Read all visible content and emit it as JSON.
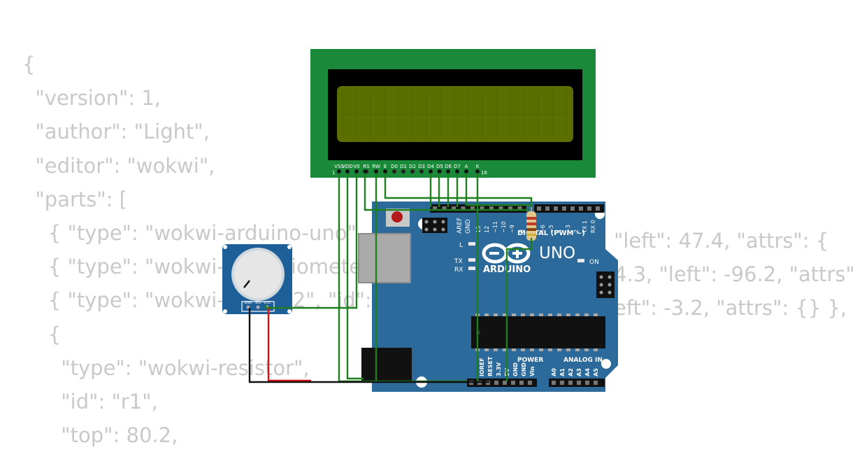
{
  "code_lines": [
    "{",
    "  \"version\": 1,",
    "  \"author\": \"Light\",",
    "  \"editor\": \"wokwi\",",
    "  \"parts\": [",
    "    { \"type\": \"wokwi-arduino-uno\",",
    "    { \"type\": \"wokwi-potentiometer\",",
    "    { \"type\": \"wokwi-lcd1602\", \"id\":",
    "    {",
    "      \"type\": \"wokwi-resistor\",",
    "      \"id\": \"r1\",",
    "      \"top\": 80.2,"
  ],
  "code_right": [
    "\"left\": 47.4, \"attrs\": {",
    "4.3, \"left\": -96.2, \"attrs\"",
    "eft\": -3.2, \"attrs\": {} },"
  ],
  "lcd": {
    "pin_start": "1",
    "pin_end": "16",
    "pins": [
      "VSS",
      "VDD",
      "V0",
      "RS",
      "RW",
      "E",
      "D0",
      "D1",
      "D2",
      "D3",
      "D4",
      "D5",
      "D6",
      "D7",
      "A",
      "K"
    ]
  },
  "potentiometer": {
    "pins": [
      "GND",
      "SIG",
      "VCC"
    ]
  },
  "arduino": {
    "logo": "ARDUINO",
    "model": "UNO",
    "digital_label": "DIGITAL (PWM ~)",
    "on_label": "ON",
    "l_label": "L",
    "tx_label": "TX",
    "rx_label": "RX",
    "aref_label": "AREF",
    "gnd_label": "GND",
    "top_pins": [
      "13",
      "12",
      "~11",
      "~10",
      "~9",
      "8",
      "7",
      "~6",
      "~5",
      "4",
      "~3",
      "2",
      "TX 1",
      "RX 0"
    ],
    "power_label": "POWER",
    "analog_label": "ANALOG IN",
    "power_pins": [
      "IOREF",
      "RESET",
      "3.3V",
      "5V",
      "GND",
      "GND",
      "Vin"
    ],
    "analog_pins": [
      "A0",
      "A1",
      "A2",
      "A3",
      "A4",
      "A5"
    ]
  },
  "colors": {
    "lcd_board": "#1a8a3a",
    "lcd_screen": "#5a6f00",
    "arduino_board": "#2b6a9a",
    "wire_green": "#1e7f1e",
    "wire_red": "#e01010",
    "wire_black": "#111111",
    "code_text": "#c9c9c9"
  }
}
